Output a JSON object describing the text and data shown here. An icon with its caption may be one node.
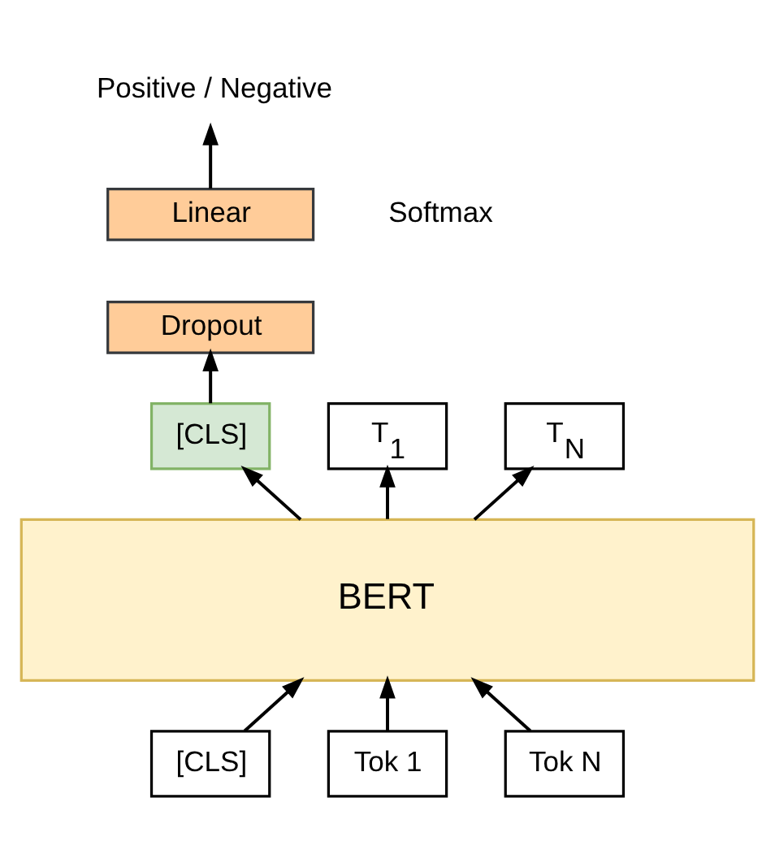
{
  "diagram": {
    "nodes": [
      {
        "text": [
          "Positive / Negative"
        ]
      },
      {
        "text": [
          "Linear"
        ],
        "beside": [
          "Softmax"
        ]
      },
      {
        "text": [
          "Dropout"
        ]
      },
      {
        "text": [
          "[CLS]"
        ]
      },
      {
        "text": [
          "T$_{1}$"
        ]
      },
      {
        "text": [
          "T$_{N}$"
        ]
      },
      {
        "text": [
          "BERT"
        ]
      },
      {
        "text": [
          "[CLS]"
        ]
      },
      {
        "text": [
          "Tok 1"
        ]
      },
      {
        "text": [
          "Tok N"
        ]
      }
    ],
    "edges": [
      {
        "from": 1,
        "to": 0,
        "arrow": "to"
      },
      {
        "from": 3,
        "to": 2,
        "arrow": "to"
      },
      {
        "from": 6,
        "to": 3,
        "arrow": "to"
      },
      {
        "from": 6,
        "to": 4,
        "arrow": "to"
      },
      {
        "from": 6,
        "to": 5,
        "arrow": "to"
      },
      {
        "from": 7,
        "to": 6,
        "arrow": "to"
      },
      {
        "from": 8,
        "to": 6,
        "arrow": "to"
      },
      {
        "from": 9,
        "to": 6,
        "arrow": "to"
      }
    ]
  }
}
